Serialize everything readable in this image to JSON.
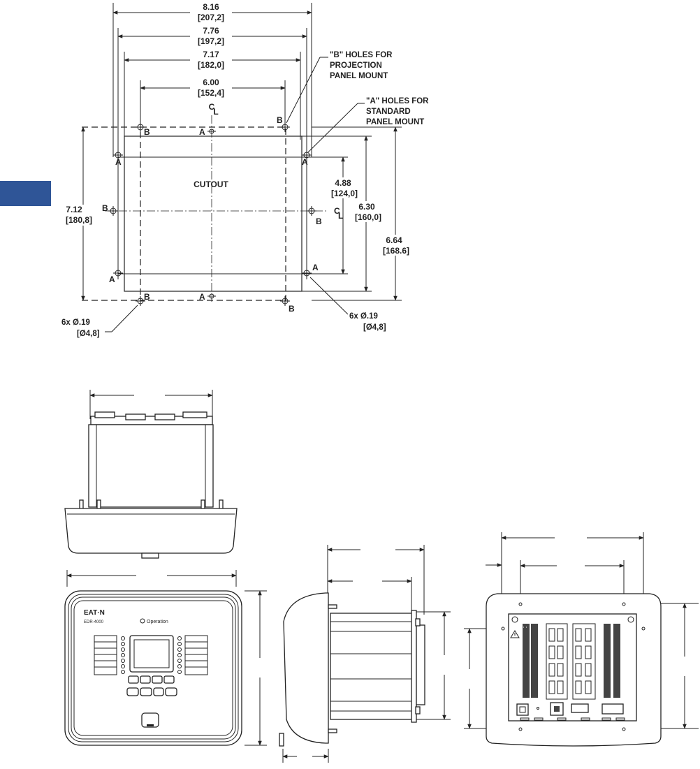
{
  "colors": {
    "section_tab": "#2f5597",
    "line": "#222222"
  },
  "cutout_drawing": {
    "dims": {
      "w_816": "8.16",
      "w_816_mm": "[207,2]",
      "w_776": "7.76",
      "w_776_mm": "[197,2]",
      "w_717": "7.17",
      "w_717_mm": "[182,0]",
      "w_600": "6.00",
      "w_600_mm": "[152,4]",
      "h_712": "7.12",
      "h_712_mm": "[180,8]",
      "h_488": "4.88",
      "h_488_mm": "[124,0]",
      "h_630": "6.30",
      "h_630_mm": "[160,0]",
      "h_664": "6.64",
      "h_664_mm": "[168.6]"
    },
    "cutout_label": "CUTOUT",
    "centerline": "C",
    "centerline_sub": "L",
    "hole_a": "A",
    "hole_b": "B",
    "note_b_holes": [
      "\"B\" HOLES FOR",
      "PROJECTION",
      "PANEL MOUNT"
    ],
    "note_a_holes": [
      "\"A\" HOLES FOR",
      "STANDARD",
      "PANEL MOUNT"
    ],
    "hole_callout_left": [
      "6x  Ø.19",
      "[Ø4,8]"
    ],
    "hole_callout_right": [
      "6x  Ø.19",
      "[Ø4,8]"
    ]
  },
  "front_view": {
    "brand": "EAT·N",
    "model": "EDR-4000",
    "logo_text": "Operation"
  },
  "icons": [
    "warning-icon",
    "ground-icon"
  ]
}
